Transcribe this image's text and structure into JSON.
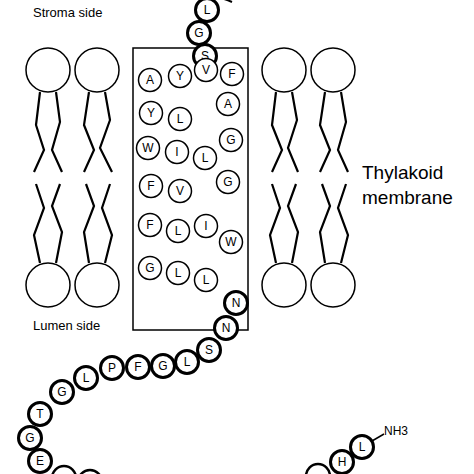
{
  "diagram": {
    "nodes": [
      {
        "text": [
          "L"
        ]
      },
      {
        "text": [
          "G"
        ]
      },
      {
        "text": [
          "S"
        ]
      },
      {
        "text": [
          "A"
        ]
      },
      {
        "text": [
          "Y"
        ]
      },
      {
        "text": [
          "V"
        ]
      },
      {
        "text": [
          "F"
        ]
      },
      {
        "text": [
          "Y"
        ]
      },
      {
        "text": [
          "L"
        ]
      },
      {
        "text": [
          "A"
        ]
      },
      {
        "text": [
          "W"
        ]
      },
      {
        "text": [
          "I"
        ]
      },
      {
        "text": [
          "L"
        ]
      },
      {
        "text": [
          "G"
        ]
      },
      {
        "text": [
          "F"
        ]
      },
      {
        "text": [
          "V"
        ]
      },
      {
        "text": [
          "G"
        ]
      },
      {
        "text": [
          "F"
        ]
      },
      {
        "text": [
          "L"
        ]
      },
      {
        "text": [
          "I"
        ]
      },
      {
        "text": [
          "W"
        ]
      },
      {
        "text": [
          "G"
        ]
      },
      {
        "text": [
          "L"
        ]
      },
      {
        "text": [
          "L"
        ]
      },
      {
        "text": [
          "N"
        ]
      },
      {
        "text": [
          "N"
        ]
      },
      {
        "text": [
          "S"
        ]
      },
      {
        "text": [
          "L"
        ]
      },
      {
        "text": [
          "G"
        ]
      },
      {
        "text": [
          "F"
        ]
      },
      {
        "text": [
          "P"
        ]
      },
      {
        "text": [
          "L"
        ]
      },
      {
        "text": [
          "G"
        ]
      },
      {
        "text": [
          "T"
        ]
      },
      {
        "text": [
          "G"
        ]
      },
      {
        "text": [
          "E"
        ]
      },
      {
        "text": [
          "H"
        ]
      },
      {
        "text": [
          "L"
        ]
      }
    ],
    "labels": [
      "Stroma side",
      "Thylakoid membrane",
      "Lumen side",
      "NH3"
    ]
  }
}
